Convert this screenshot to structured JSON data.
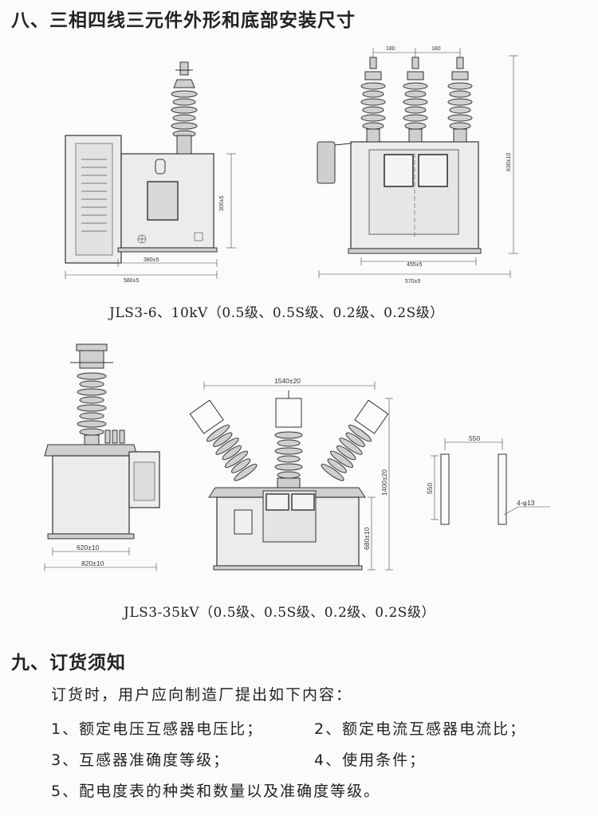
{
  "section8": {
    "title": "八、三相四线三元件外形和底部安装尺寸"
  },
  "figure1": {
    "dims": {
      "height_left": "300±5",
      "base_inner": "380±5",
      "base_outer": "580±5",
      "pitch_a": "180",
      "pitch_b": "180",
      "width_inner": "455±5",
      "width_outer": "570±5",
      "height_total": "630±10"
    },
    "caption": "JLS3-6、10kV（0.5级、0.5S级、0.2级、0.2S级）"
  },
  "figure2": {
    "dims": {
      "width_inner": "620±10",
      "width_outer": "820±10",
      "span_top": "1540±20",
      "height_total": "1400±20",
      "height_body": "680±10",
      "mount_w": "550",
      "mount_h": "550",
      "holes": "4-φ13"
    },
    "caption": "JLS3-35kV（0.5级、0.5S级、0.2级、0.2S级）"
  },
  "section9": {
    "title": "九、订货须知",
    "intro": "订货时，用户应向制造厂提出如下内容：",
    "items": [
      "1、额定电压互感器电压比；",
      "2、额定电流互感器电流比；",
      "3、互感器准确度等级；",
      "4、使用条件；",
      "5、配电度表的种类和数量以及准确度等级。"
    ]
  }
}
